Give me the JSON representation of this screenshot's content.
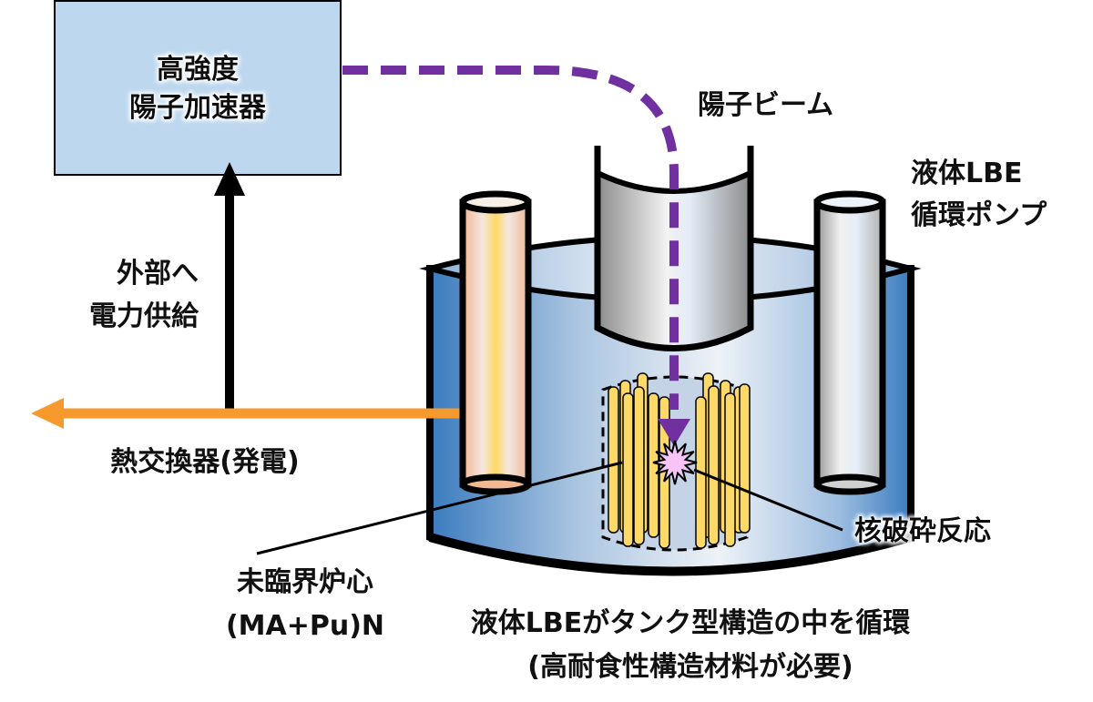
{
  "colors": {
    "accelerator_fill": "#bdd7ee",
    "beam": "#7030a0",
    "heat_arrow": "#f79a2e",
    "power_arrow": "#000000",
    "tank_dark": "#3a7bbf",
    "tank_light": "#e9f0f7",
    "fuel_rod": "#ffd966",
    "spallation": "#f7c4f7"
  },
  "labels": {
    "accelerator_line1": "高強度",
    "accelerator_line2": "陽子加速器",
    "proton_beam": "陽子ビーム",
    "pump_line1": "液体LBE",
    "pump_line2": "循環ポンプ",
    "power_line1": "外部へ",
    "power_line2": "電力供給",
    "heat_exchanger": "熱交換器(発電)",
    "spallation": "核破砕反応",
    "core_line1": "未臨界炉心",
    "core_line2": "(MA+Pu)N",
    "tank_line1": "液体LBEがタンク型構造の中を循環",
    "tank_line2": "(高耐食性構造材料が必要)"
  }
}
